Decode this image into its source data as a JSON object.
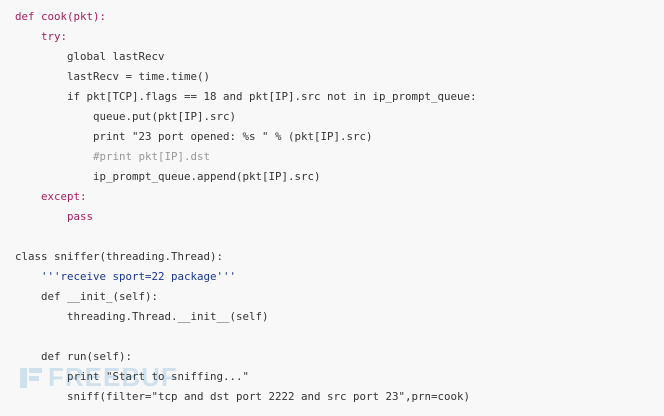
{
  "code_lines": [
    "def cook(pkt):",
    "    try:",
    "        global lastRecv",
    "        lastRecv = time.time()",
    "        if pkt[TCP].flags == 18 and pkt[IP].src not in ip_prompt_queue:",
    "            queue.put(pkt[IP].src)",
    "            print \"23 port opened: %s \" % (pkt[IP].src)",
    "            #print pkt[IP].dst",
    "            ip_prompt_queue.append(pkt[IP].src)",
    "    except:",
    "        pass",
    "",
    "class sniffer(threading.Thread):",
    "    '''receive sport=22 package'''",
    "    def __init_(self):",
    "        threading.Thread.__init__(self)",
    "",
    "    def run(self):",
    "        print \"Start to sniffing...\"",
    "        sniff(filter=\"tcp and dst port 2222 and src port 23\",prn=cook)"
  ],
  "watermark": {
    "text": "FREEBUF",
    "icon": "freebuf-logo-icon"
  },
  "colors": {
    "background": "#f8f8f8",
    "text": "#333333",
    "keyword": "#a71d5d",
    "definition": "#795da3",
    "string": "#183691",
    "comment": "#969896",
    "builtin": "#0086b3"
  }
}
